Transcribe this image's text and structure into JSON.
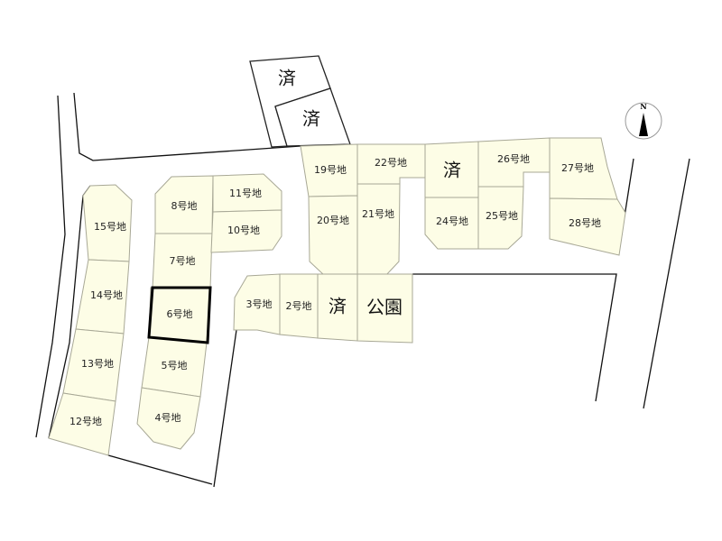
{
  "lots": {
    "l2": "2号地",
    "l3": "3号地",
    "l4": "4号地",
    "l5": "5号地",
    "l6": "6号地",
    "l7": "7号地",
    "l8": "8号地",
    "l10": "10号地",
    "l11": "11号地",
    "l12": "12号地",
    "l13": "13号地",
    "l14": "14号地",
    "l15": "15号地",
    "l19": "19号地",
    "l20": "20号地",
    "l21": "21号地",
    "l22": "22号地",
    "l24": "24号地",
    "l25": "25号地",
    "l26": "26号地",
    "l27": "27号地",
    "l28": "28号地"
  },
  "sold_label": "済",
  "park_label": "公園",
  "compass_label": "N",
  "selected_lot": "6号地",
  "colors": {
    "lot_fill": "#fdfde6",
    "lot_border": "#a8a896",
    "highlight": "#000000"
  }
}
